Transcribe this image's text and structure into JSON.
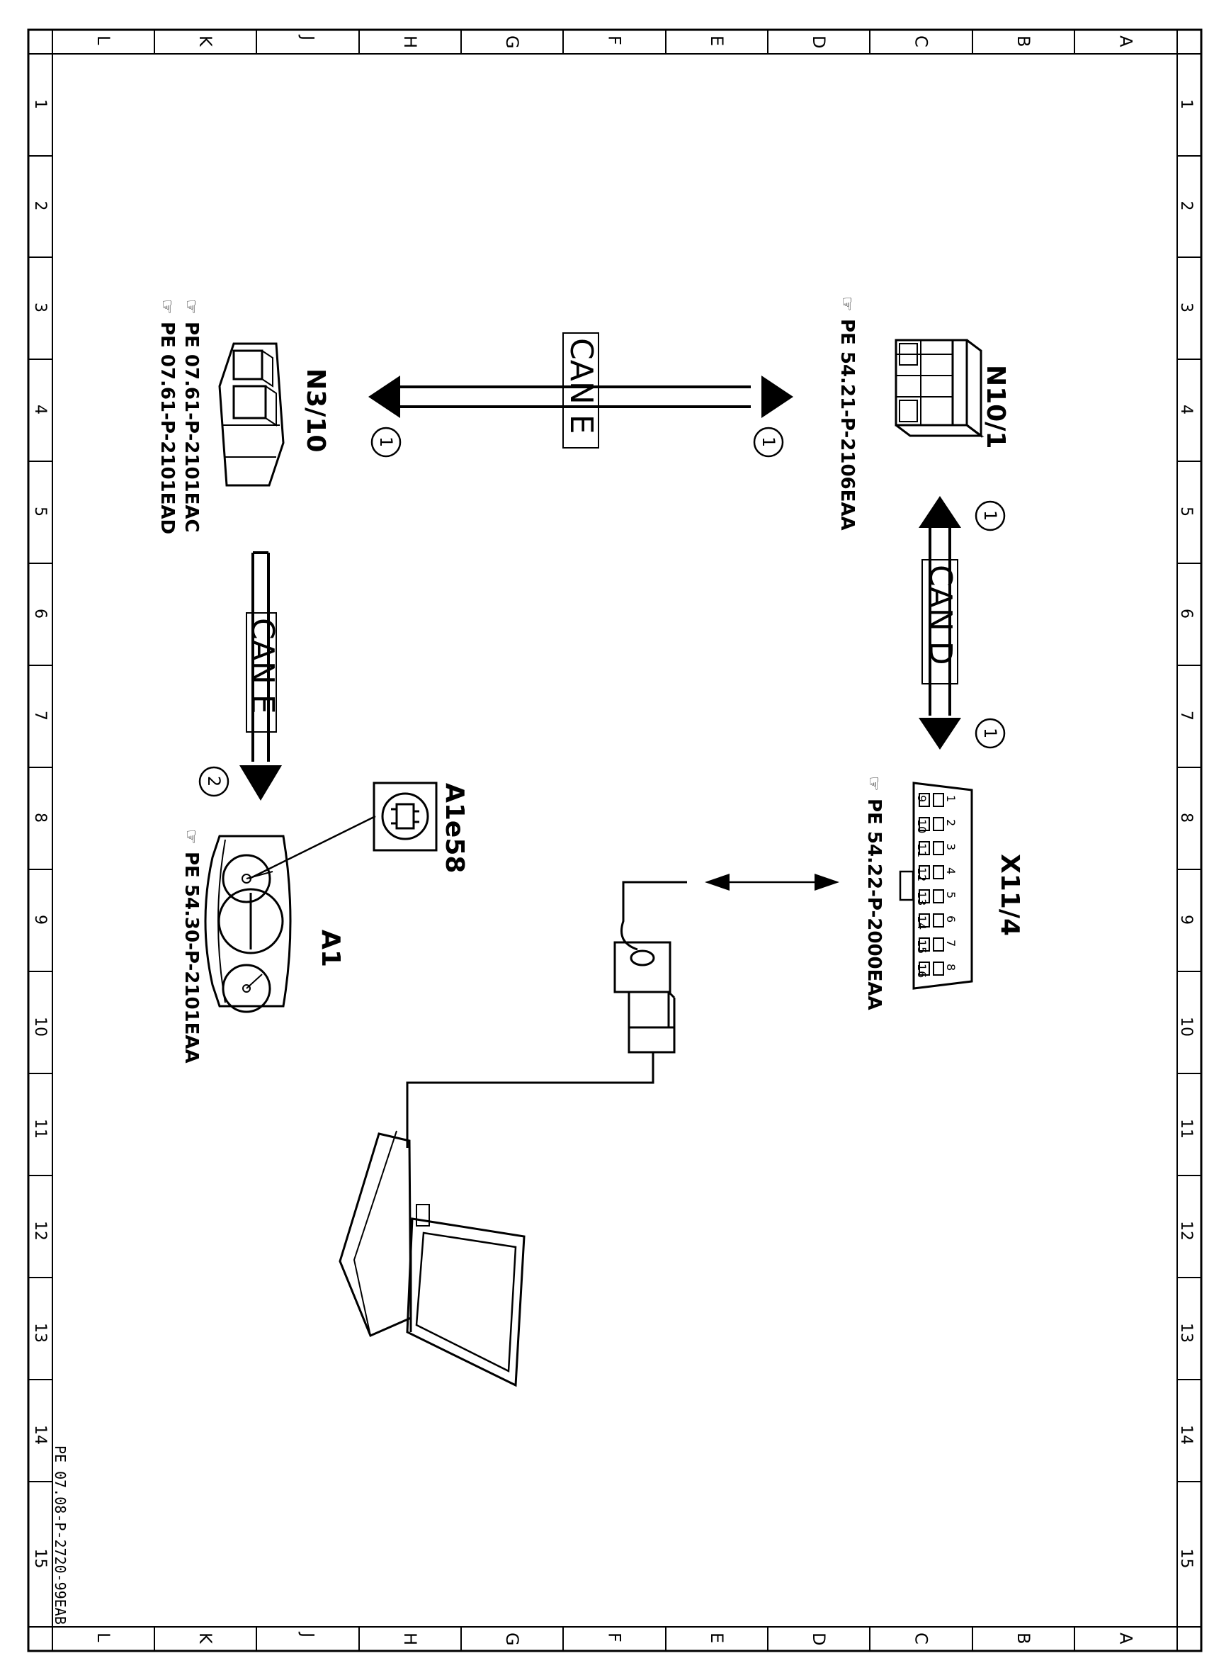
{
  "grid": {
    "letters_top": [
      "L",
      "K",
      "J",
      "H",
      "G",
      "F",
      "E",
      "D",
      "C",
      "B",
      "A"
    ],
    "letters_bottom": [
      "L",
      "K",
      "J",
      "H",
      "G",
      "F",
      "E",
      "D",
      "C",
      "B",
      "A"
    ],
    "numbers_left": [
      "1",
      "2",
      "3",
      "4",
      "5",
      "6",
      "7",
      "8",
      "9",
      "10",
      "11",
      "12",
      "13",
      "14",
      "15"
    ],
    "numbers_right": [
      "1",
      "2",
      "3",
      "4",
      "5",
      "6",
      "7",
      "8",
      "9",
      "10",
      "11",
      "12",
      "13",
      "14",
      "15"
    ]
  },
  "components": {
    "n10_1": {
      "name": "N10/1",
      "ref": "PE 54.21-P-2106EAA"
    },
    "n3_10": {
      "name": "N3/10",
      "refs": [
        "PE 07.61-P-2101EAC",
        "PE 07.61-P-2101EAD"
      ]
    },
    "x11_4": {
      "name": "X11/4",
      "ref": "PE 54.22-P-2000EAA",
      "pins_top": [
        "1",
        "2",
        "3",
        "4",
        "5",
        "6",
        "7",
        "8"
      ],
      "pins_bottom": [
        "9",
        "10",
        "11",
        "12",
        "13",
        "14",
        "15",
        "16"
      ]
    },
    "a1": {
      "name": "A1",
      "ref": "PE 54.30-P-2101EAA"
    },
    "a1e58": {
      "name": "A1e58"
    }
  },
  "buses": {
    "can_e_top": {
      "label": "CAN E",
      "marker_left": "1",
      "marker_right": "1"
    },
    "can_d": {
      "label": "CAN D",
      "marker_top": "1",
      "marker_bottom": "1"
    },
    "can_e_bottom": {
      "label": "CAN E",
      "marker": "2"
    }
  },
  "document_id": "PE 07.08-P-2720-99EAB"
}
